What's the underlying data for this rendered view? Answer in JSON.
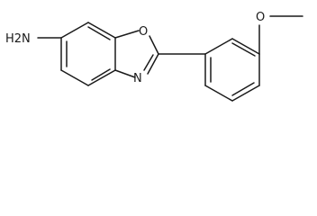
{
  "molecule": {
    "atoms": {
      "amine": "H2N",
      "ring_oxygen": "O",
      "ring_nitrogen": "N",
      "ether_oxygen": "O"
    }
  }
}
